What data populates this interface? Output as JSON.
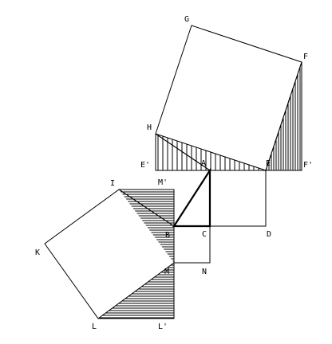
{
  "diagram": {
    "points": {
      "A": "A",
      "B": "B",
      "C": "C",
      "D": "D",
      "E": "E",
      "E_prime": "E'",
      "F": "F",
      "F_prime": "F'",
      "G": "G",
      "H": "H",
      "I": "I",
      "K": "K",
      "L": "L",
      "L_prime": "L'",
      "M": "M",
      "M_prime": "M'",
      "N": "N"
    },
    "colors": {
      "stroke": "#000000",
      "background": "#ffffff"
    }
  }
}
